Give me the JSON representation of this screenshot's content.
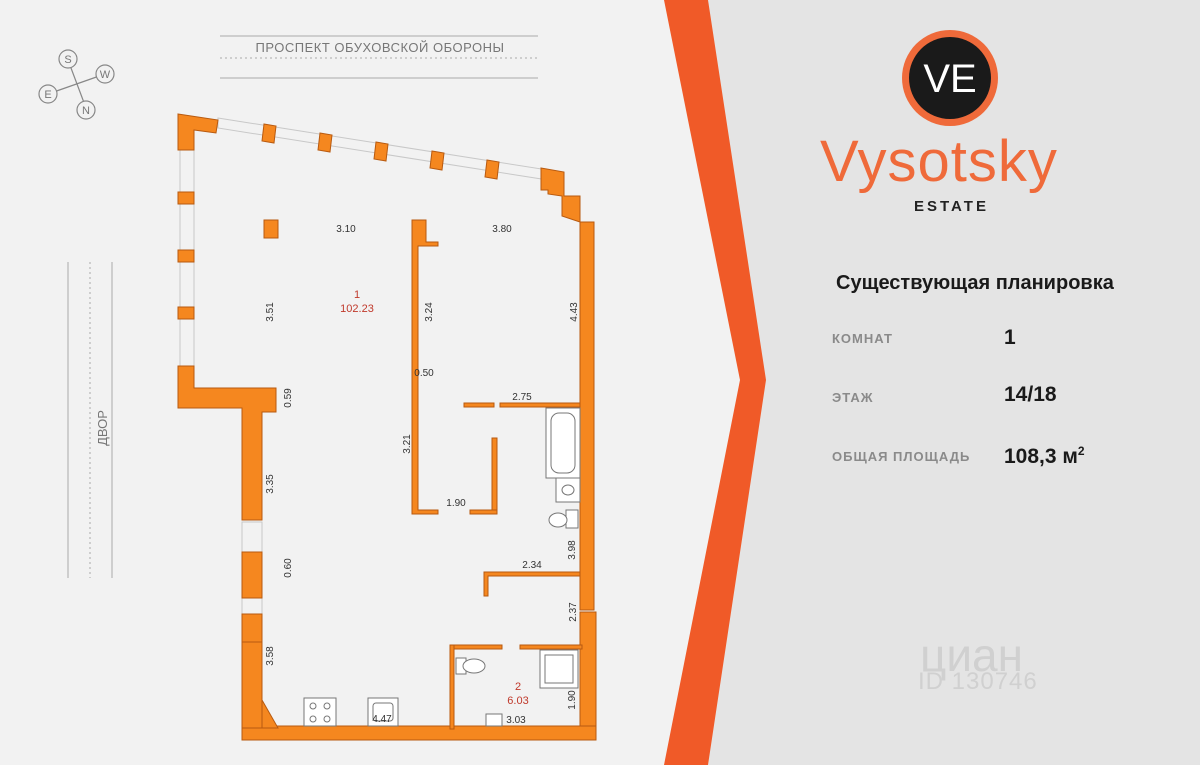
{
  "compass": {
    "s": "S",
    "w": "W",
    "e": "E",
    "n": "N"
  },
  "street_label": "ПРОСПЕКТ ОБУХОВСКОЙ ОБОРОНЫ",
  "yard_label": "ДВОР",
  "rooms": {
    "room1_number": "1",
    "room1_area": "102.23",
    "room2_number": "2",
    "room2_area": "6.03"
  },
  "dimensions": {
    "d310": "3.10",
    "d380": "3.80",
    "d351": "3.51",
    "d324": "3.24",
    "d443": "4.43",
    "d050": "0.50",
    "d275": "2.75",
    "d059": "0.59",
    "d321": "3.21",
    "d190a": "1.90",
    "d335": "3.35",
    "d398": "3.98",
    "d234": "2.34",
    "d060": "0.60",
    "d237": "2.37",
    "d358": "3.58",
    "d447": "4.47",
    "d303": "3.03",
    "d190b": "1.90"
  },
  "brand": {
    "name": "Vysotsky",
    "sub": "ESTATE",
    "monogram": "VE",
    "accent": "#ef6a3a",
    "dark": "#1a1a1a"
  },
  "info": {
    "heading": "Существующая планировка",
    "rooms_label": "КОМНАТ",
    "rooms_value": "1",
    "floor_label": "ЭТАЖ",
    "floor_value": "14/18",
    "area_label": "ОБЩАЯ ПЛОЩАДЬ",
    "area_value": "108,3 м",
    "area_sup": "2"
  },
  "watermark": {
    "text": "циан",
    "id": "ID 130746"
  },
  "colors": {
    "wall": "#f5871f",
    "wall_stroke": "#b85a10",
    "panel_bg": "#e5e5e5",
    "plan_bg": "#f2f2f2"
  }
}
